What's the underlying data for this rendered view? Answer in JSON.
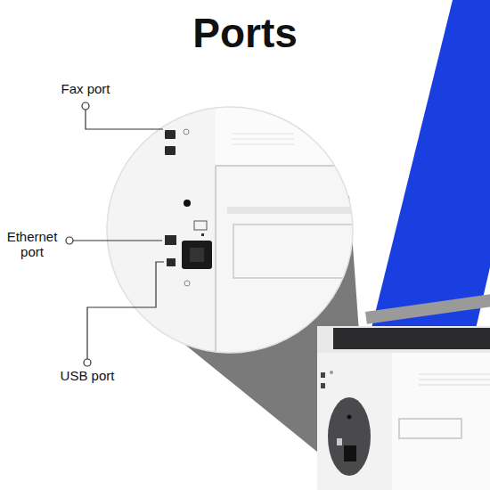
{
  "diagram": {
    "title": "Ports",
    "labels": [
      "Fax port",
      "Ethernet port",
      "USB port"
    ]
  }
}
